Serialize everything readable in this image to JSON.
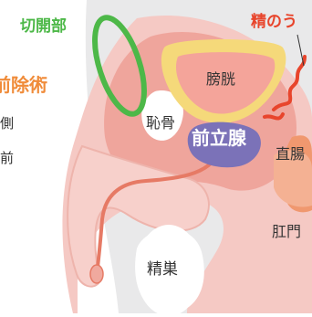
{
  "labels": {
    "incision": "切開部",
    "seminal_vesicle": "精のう",
    "surgery_partial": "前除術",
    "side_partial": "側",
    "front_partial": "前",
    "bladder": "膀胱",
    "pubic_bone": "恥骨",
    "prostate": "前立腺",
    "rectum": "直腸",
    "anus": "肛門",
    "testis": "精巣"
  },
  "colors": {
    "incision_text": "#4db848",
    "incision_ring": "#4db848",
    "seminal_text": "#e8452c",
    "surgery_text": "#f08c3a",
    "prostate_fill": "#7b72b8",
    "prostate_text": "#ffffff",
    "body_skin": "#f5c9c4",
    "body_deep": "#ee9e95",
    "bladder_outer": "#f5d97a",
    "bladder_inner": "#f4a49a",
    "rectum_fill": "#f29d7a",
    "urethra": "#e67a65"
  }
}
